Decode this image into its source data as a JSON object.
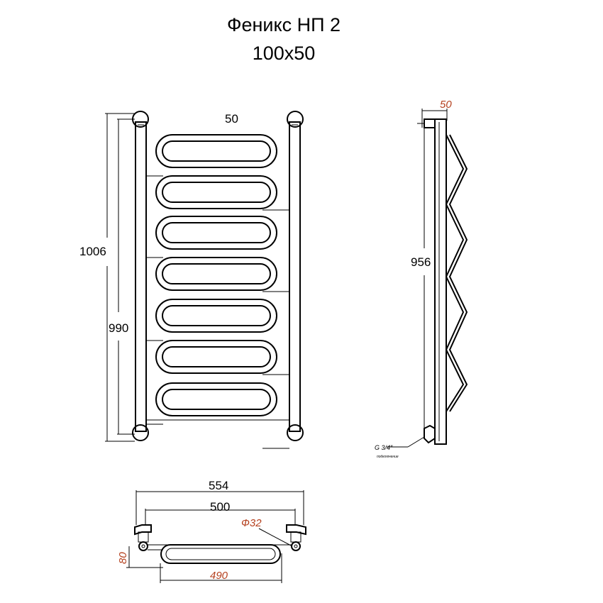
{
  "title": "Феникс НП 2",
  "subtitle": "100x50",
  "front_view": {
    "dim_top": "50",
    "dim_overall_height": "1006",
    "dim_height": "990"
  },
  "side_view": {
    "dim_depth": "50",
    "dim_height": "956",
    "thread_label": "G 3/4\"",
    "connection_label": "подключение"
  },
  "top_view": {
    "dim_overall_width": "554",
    "dim_axis_width": "500",
    "dim_diameter": "Ф32",
    "dim_depth": "80",
    "dim_loop_width": "490"
  },
  "colors": {
    "line": "#000000",
    "accent": "#b5411f"
  }
}
